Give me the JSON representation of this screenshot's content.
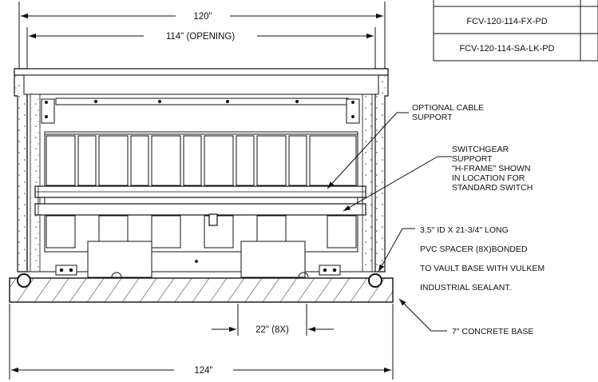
{
  "dimensions": {
    "overall_width": "120\"",
    "opening_width": "114\" (OPENING)",
    "base_width": "124\"",
    "spacer_spacing": "22\" (8X)"
  },
  "callouts": {
    "cable_support": [
      "OPTIONAL CABLE",
      "SUPPORT"
    ],
    "switchgear_support": [
      "SWITCHGEAR",
      "SUPPORT",
      "\"H-FRAME\" SHOWN",
      "IN LOCATION FOR",
      "STANDARD SWITCH"
    ],
    "spacer": [
      "3.5\" ID X 21-3/4\" LONG",
      "PVC SPACER (8X)BONDED",
      "TO VAULT BASE WITH VULKEM",
      "INDUSTRIAL SEALANT."
    ],
    "base": "7\" CONCRETE BASE"
  },
  "part_table": {
    "rows": [
      "FCV-120-114-FX-PD",
      "FCV-120-114-SA-LK-PD"
    ]
  }
}
